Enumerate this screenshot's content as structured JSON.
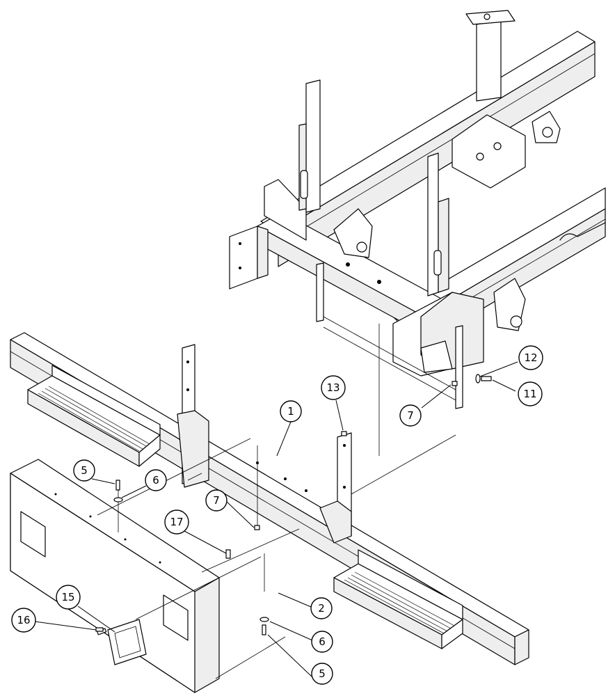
{
  "callouts": [
    {
      "id": "c1",
      "label": "1"
    },
    {
      "id": "c2",
      "label": "2"
    },
    {
      "id": "c5a",
      "label": "5"
    },
    {
      "id": "c5b",
      "label": "5"
    },
    {
      "id": "c6a",
      "label": "6"
    },
    {
      "id": "c6b",
      "label": "6"
    },
    {
      "id": "c7a",
      "label": "7"
    },
    {
      "id": "c7b",
      "label": "7"
    },
    {
      "id": "c11",
      "label": "11"
    },
    {
      "id": "c12",
      "label": "12"
    },
    {
      "id": "c13",
      "label": "13"
    },
    {
      "id": "c15",
      "label": "15"
    },
    {
      "id": "c16",
      "label": "16"
    },
    {
      "id": "c17",
      "label": "17"
    }
  ]
}
